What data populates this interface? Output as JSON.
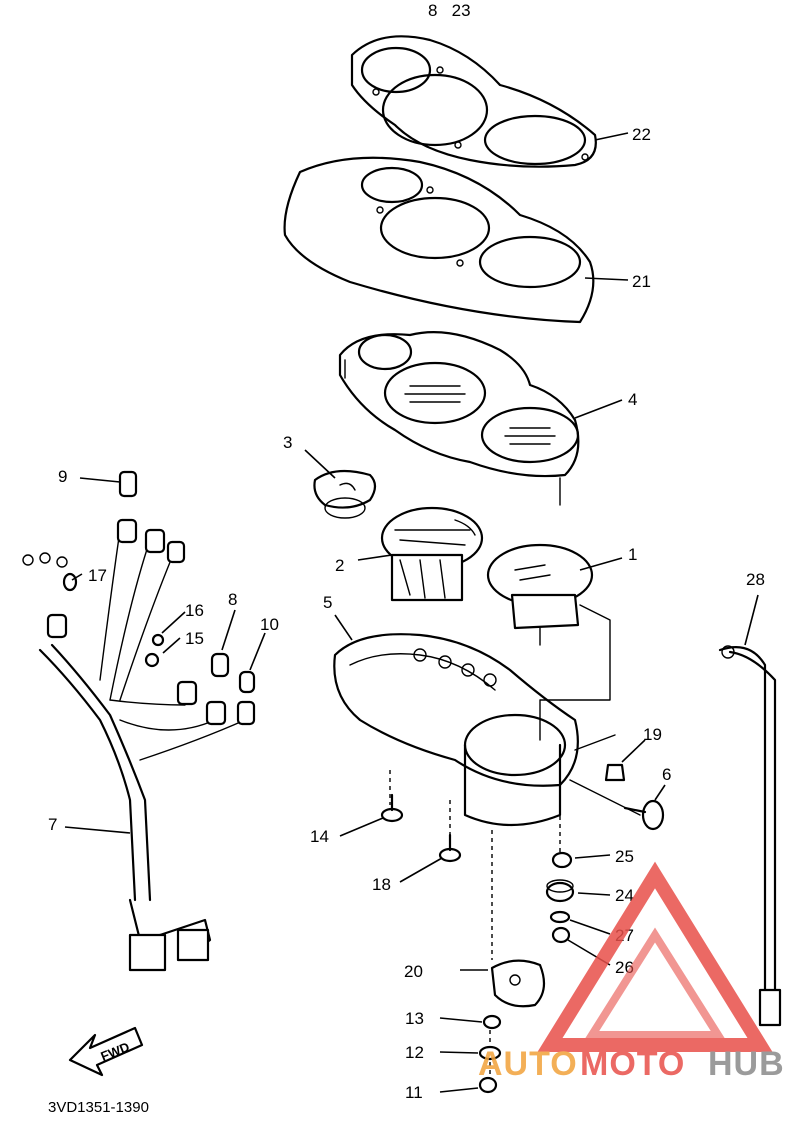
{
  "diagram": {
    "part_numbers": [
      "1",
      "2",
      "3",
      "4",
      "5",
      "6",
      "7",
      "8",
      "9",
      "10",
      "11",
      "12",
      "13",
      "14",
      "15",
      "16",
      "17",
      "18",
      "19",
      "20",
      "21",
      "22",
      "23",
      "24",
      "25",
      "26",
      "27",
      "28"
    ],
    "top_label": "8   23",
    "fwd_label": "FWD",
    "drawing_code": "3VD1351-1390"
  },
  "watermark": {
    "text_auto": "AUTO",
    "text_moto": "MOTO",
    "text_hub": "HUB",
    "color_red": "#e8504a",
    "color_orange": "#f2a23a",
    "color_gray": "#8a8a8a"
  }
}
